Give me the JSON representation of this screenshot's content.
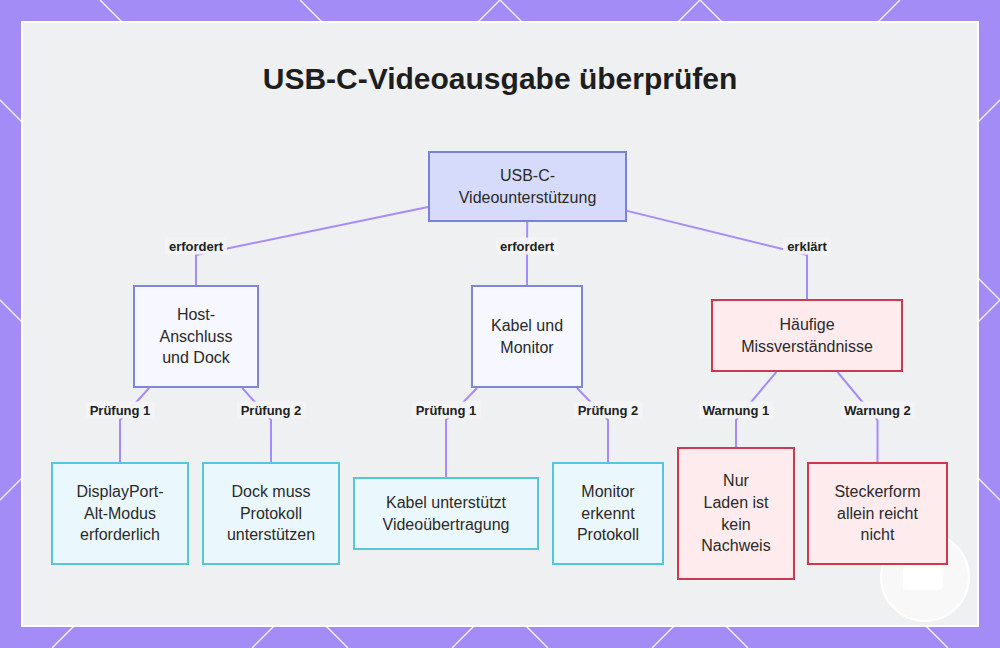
{
  "diagram": {
    "title": "USB-C-Videoausgabe überprüfen",
    "nodes": [
      {
        "text": [
          "USB-C- Videounterstützung"
        ]
      },
      {
        "text": [
          "Host- Anschluss und Dock"
        ]
      },
      {
        "text": [
          "Kabel und Monitor"
        ]
      },
      {
        "text": [
          "Häufige Missverständnisse"
        ]
      },
      {
        "text": [
          "DisplayPort- Alt-Modus erforderlich"
        ]
      },
      {
        "text": [
          "Dock muss Protokoll unterstützen"
        ]
      },
      {
        "text": [
          "Kabel unterstützt Videoübertragung"
        ]
      },
      {
        "text": [
          "Monitor erkennt Protokoll"
        ]
      },
      {
        "text": [
          "Nur Laden ist kein Nachweis"
        ]
      },
      {
        "text": [
          "Steckerform allein reicht nicht"
        ]
      }
    ],
    "edges": [
      {
        "from": 0,
        "to": 1,
        "label": "erfordert",
        "arrow": "none"
      },
      {
        "from": 0,
        "to": 2,
        "label": "erfordert",
        "arrow": "none"
      },
      {
        "from": 0,
        "to": 3,
        "label": "erklärt",
        "arrow": "none"
      },
      {
        "from": 1,
        "to": 4,
        "label": "Prüfung 1",
        "arrow": "none"
      },
      {
        "from": 1,
        "to": 5,
        "label": "Prüfung 2",
        "arrow": "none"
      },
      {
        "from": 2,
        "to": 6,
        "label": "Prüfung 1",
        "arrow": "none"
      },
      {
        "from": 2,
        "to": 7,
        "label": "Prüfung 2",
        "arrow": "none"
      },
      {
        "from": 3,
        "to": 8,
        "label": "Warnung 1",
        "arrow": "none"
      },
      {
        "from": 3,
        "to": 9,
        "label": "Warnung 2",
        "arrow": "none"
      }
    ]
  }
}
